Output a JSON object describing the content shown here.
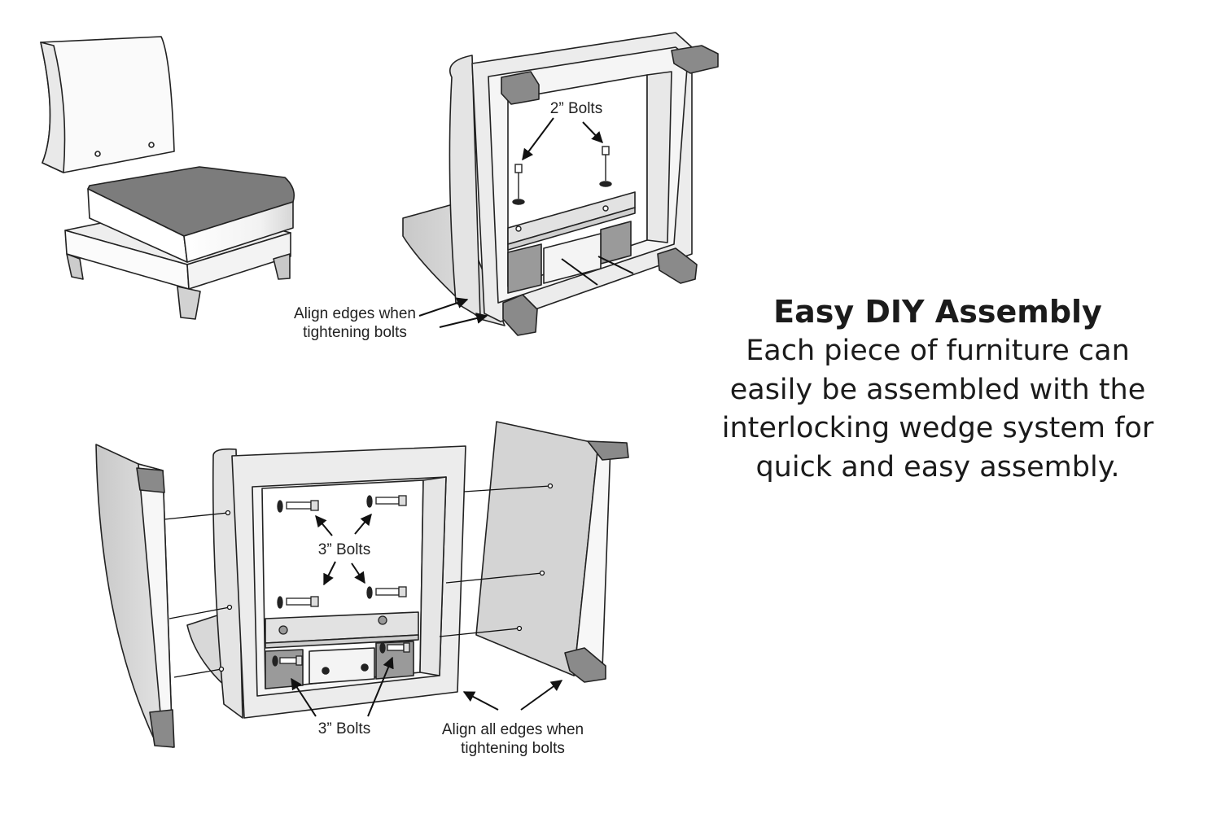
{
  "title": "Easy DIY Assembly",
  "description": "Each piece of furniture can easily be assembled with the interlocking wedge system for quick and easy assembly.",
  "labels": {
    "bolts_2in": "2” Bolts",
    "align_edges_line1": "Align edges when",
    "align_edges_line2": "tightening bolts",
    "bolts_3in_back": "3” Bolts",
    "bolts_3in_base": "3” Bolts",
    "align_all_line1": "Align all edges when",
    "align_all_line2": "tightening bolts"
  }
}
